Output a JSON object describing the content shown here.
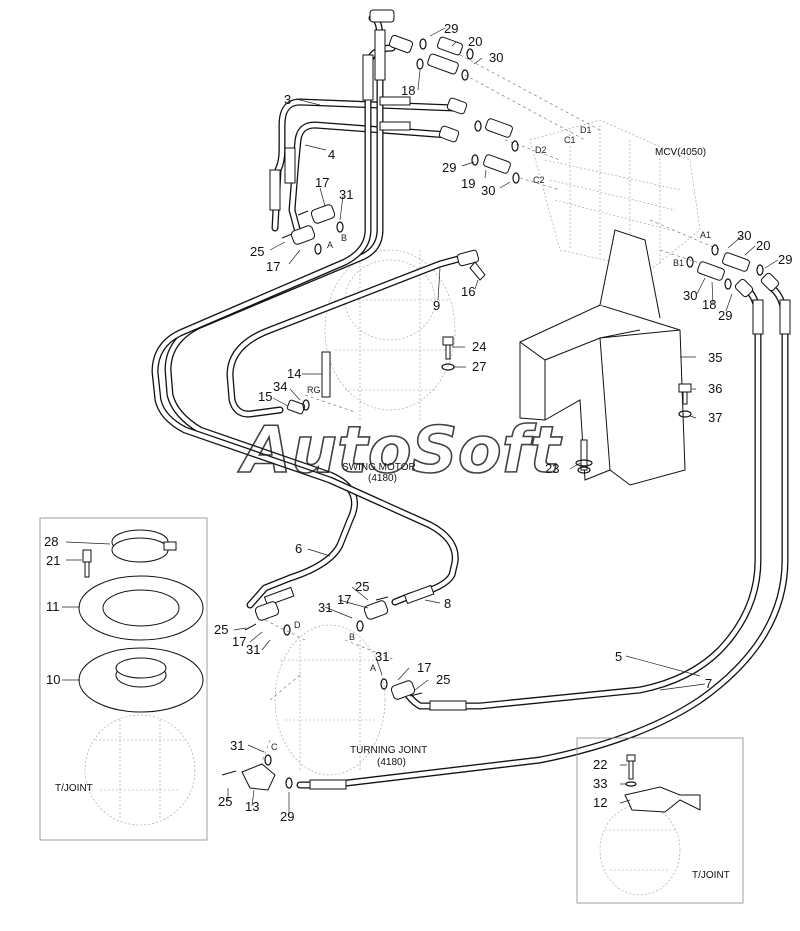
{
  "watermark": "AutoSoft",
  "labels": {
    "mcv": "MCV(4050)",
    "swing_motor": "SWING MOTOR",
    "swing_motor_code": "(4180)",
    "turning_joint": "TURNING JOINT",
    "turning_joint_code": "(4180)",
    "tjoint_left": "T/JOINT",
    "tjoint_right": "T/JOINT"
  },
  "port_labels": [
    "D1",
    "C1",
    "D2",
    "C2",
    "A1",
    "B1",
    "RG",
    "A",
    "B",
    "D",
    "A",
    "B",
    "C"
  ],
  "callouts": [
    "29",
    "20",
    "30",
    "18",
    "3",
    "4",
    "29",
    "19",
    "30",
    "17",
    "31",
    "25",
    "17",
    "30",
    "20",
    "29",
    "30",
    "18",
    "29",
    "9",
    "16",
    "24",
    "27",
    "14",
    "34",
    "15",
    "35",
    "36",
    "37",
    "23",
    "6",
    "28",
    "21",
    "11",
    "10",
    "25",
    "17",
    "31",
    "8",
    "25",
    "17",
    "31",
    "31",
    "17",
    "25",
    "5",
    "7",
    "31",
    "25",
    "13",
    "29",
    "22",
    "33",
    "12"
  ]
}
